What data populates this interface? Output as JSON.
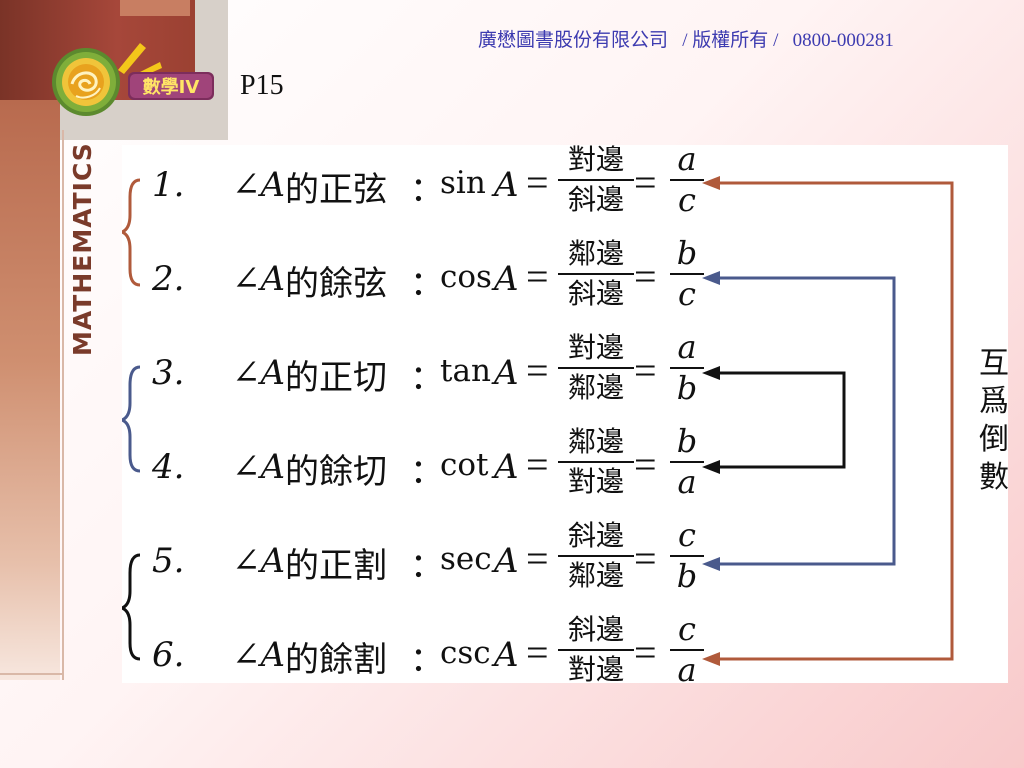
{
  "header": {
    "company": "廣懋圖書股份有限公司",
    "separator1": "/",
    "rights": "版權所有",
    "separator2": "/",
    "phone": "0800-000281"
  },
  "page": "P15",
  "brand": {
    "book_title": "數學IV",
    "vertical_word": "MATHEMATICS"
  },
  "angle_symbol": "∠",
  "angle_var": "A",
  "rows": [
    {
      "num": "1.",
      "name": "的正弦",
      "colon": "：",
      "func": "sin",
      "num_text": "對邊",
      "den_text": "斜邊",
      "num_var": "a",
      "den_var": "c"
    },
    {
      "num": "2.",
      "name": "的餘弦",
      "colon": "：",
      "func": "cos",
      "num_text": "鄰邊",
      "den_text": "斜邊",
      "num_var": "b",
      "den_var": "c"
    },
    {
      "num": "3.",
      "name": "的正切",
      "colon": "：",
      "func": "tan",
      "num_text": "對邊",
      "den_text": "鄰邊",
      "num_var": "a",
      "den_var": "b"
    },
    {
      "num": "4.",
      "name": "的餘切",
      "colon": "：",
      "func": "cot",
      "num_text": "鄰邊",
      "den_text": "對邊",
      "num_var": "b",
      "den_var": "a"
    },
    {
      "num": "5.",
      "name": "的正割",
      "colon": "：",
      "func": "sec",
      "num_text": "斜邊",
      "den_text": "鄰邊",
      "num_var": "c",
      "den_var": "b"
    },
    {
      "num": "6.",
      "name": "的餘割",
      "colon": "：",
      "func": "csc",
      "num_text": "斜邊",
      "den_text": "對邊",
      "num_var": "c",
      "den_var": "a"
    }
  ],
  "reciprocal_label": [
    "互",
    "爲",
    "倒",
    "數"
  ],
  "colors": {
    "pair1": "#b05a3b",
    "pair2": "#4a5a8c",
    "pair3": "#111111",
    "header_text": "#3d3bb0"
  }
}
